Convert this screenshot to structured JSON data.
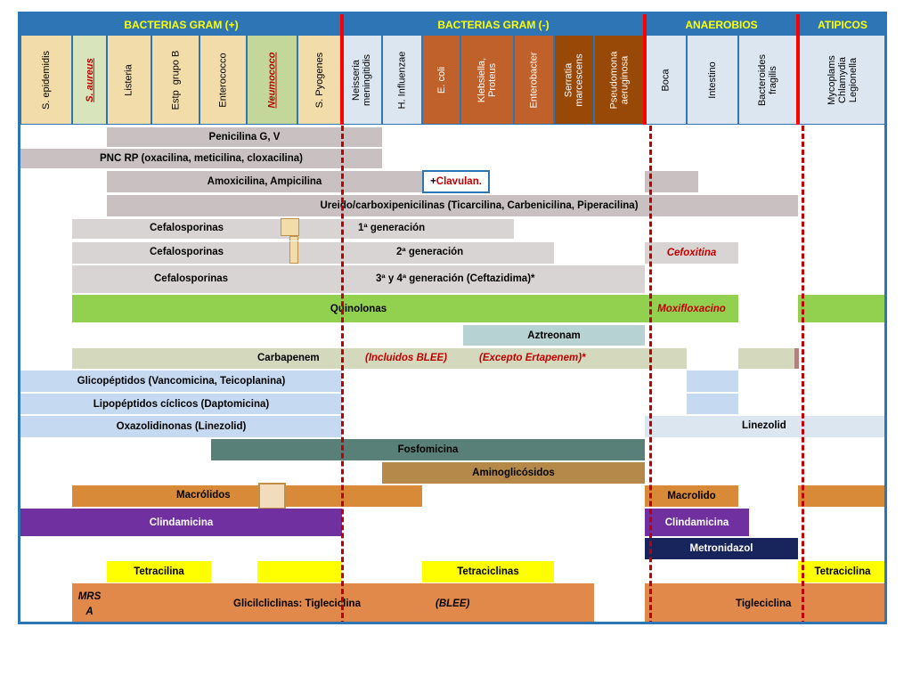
{
  "groups": {
    "gram_pos": "BACTERIAS GRAM (+)",
    "gram_neg": "BACTERIAS GRAM (-)",
    "anaerobios": "ANAEROBIOS",
    "atipicos": "ATIPICOS"
  },
  "columns": [
    {
      "label": "S. epidemidis",
      "bg": "#f2dcaa",
      "color": "#000000"
    },
    {
      "label": "S. aureus",
      "bg": "#d8e4bc",
      "color": "#c00000"
    },
    {
      "label": "Listeria",
      "bg": "#f2dcaa",
      "color": "#000000"
    },
    {
      "label": "Estp  grupo B",
      "bg": "#f2dcaa",
      "color": "#000000"
    },
    {
      "label": "Enterococco",
      "bg": "#f2dcaa",
      "color": "#000000"
    },
    {
      "label": "Neumococo",
      "bg": "#c4d79b",
      "color": "#c00000"
    },
    {
      "label": "S. Pyogenes",
      "bg": "#f2dcaa",
      "color": "#000000"
    },
    {
      "label": "Neisseria\nmeningitidis",
      "bg": "#dce6f1",
      "color": "#000000"
    },
    {
      "label": "H. Influenzae",
      "bg": "#dce6f1",
      "color": "#000000"
    },
    {
      "label": "E. coli",
      "bg": "#c0602a",
      "color": "#ffffff"
    },
    {
      "label": "Klebsiella,\nProteus",
      "bg": "#c0602a",
      "color": "#ffffff"
    },
    {
      "label": "Enterobacter",
      "bg": "#c0602a",
      "color": "#ffffff"
    },
    {
      "label": "Serratia\nmarcescens",
      "bg": "#984807",
      "color": "#ffffff"
    },
    {
      "label": "Pseudomona\naeruginosa",
      "bg": "#984807",
      "color": "#ffffff"
    },
    {
      "label": "Boca",
      "bg": "#dce6f1",
      "color": "#000000"
    },
    {
      "label": "Intestino",
      "bg": "#dce6f1",
      "color": "#000000"
    },
    {
      "label": "Bacteroides\nfragilis",
      "bg": "#dce6f1",
      "color": "#000000"
    },
    {
      "label": "Mycoplams\nChlamydia\nLegionella",
      "bg": "#dce6f1",
      "color": "#000000"
    }
  ],
  "rows": {
    "penicilina": "Penicilina G, V",
    "pnc_rp": "PNC RP (oxacilina, meticilina, cloxacilina)",
    "amoxicilina": "Amoxicilina,  Ampicilina",
    "clavulan_prefix": "+",
    "clavulan": "Clavulan.",
    "ureido": "Ureido/carboxipenicilinas (Ticarcilina, Carbenicilina, Piperacilina)",
    "cef1_name": "Cefalosporinas",
    "cef1_gen": "1ª generación",
    "cef2_name": "Cefalosporinas",
    "cef2_gen": "2ª generación",
    "cefoxitina": "Cefoxitina",
    "cef3_name": "Cefalosporinas",
    "cef3_gen": "3ª y 4ª generación (Ceftazidima)*",
    "quinolonas": "Quinolonas",
    "moxifloxacino": "Moxifloxacino",
    "aztreonam": "Aztreonam",
    "carbapenem": "Carbapenem",
    "incluidos": "(Incluidos BLEE)",
    "excepto": "(Excepto Ertapenem)*",
    "glicopeptidos": "Glicopéptidos (Vancomicina, Teicoplanina)",
    "lipopeptidos": "Lipopéptidos cíclicos (Daptomicina)",
    "oxazolidinonas": "Oxazolidinonas (Linezolid)",
    "linezolid": "Linezolid",
    "fosfomicina": "Fosfomicina",
    "aminoglicosidos": "Aminoglicósidos",
    "macrolidos": "Macrólidos",
    "macrolido": "Macrolido",
    "clindamicina": "Clindamicina",
    "clindamicina_ana": "Clindamicina",
    "metronidazol": "Metronidazol",
    "tetracilina": "Tetracilina",
    "tetraciclinas": "Tetraciclinas",
    "tetraciclina_atip": "Tetraciclina",
    "mrsa": "MRS\nA",
    "glicilciclinas": "Glicilcliclinas:   Tigleciclina",
    "blee": "(BLEE)",
    "tigleciclina": "Tigleciclina"
  },
  "colors": {
    "header_blue": "#2e75b6",
    "group_text": "#ffff00",
    "red_divider": "#ff0000",
    "gray_bar": "#c9c1c1",
    "light_gray_bar": "#d9d4d4",
    "quinolonas_green": "#92d050",
    "aztreonam_teal": "#b7d2d2",
    "carbapenem_olive": "#d4d8bc",
    "light_blue_bar": "#c5d9f1",
    "fosfomicina_green": "#588078",
    "aminoglicosidos_tan": "#b4894a",
    "macrolidos_orange": "#d88a38",
    "clindamicina_purple": "#7030a0",
    "metronidazol_navy": "#17255c",
    "tetracilina_yellow": "#ffff00",
    "glicilciclinas_orange": "#e0894a",
    "highlight_red": "#c00000"
  }
}
